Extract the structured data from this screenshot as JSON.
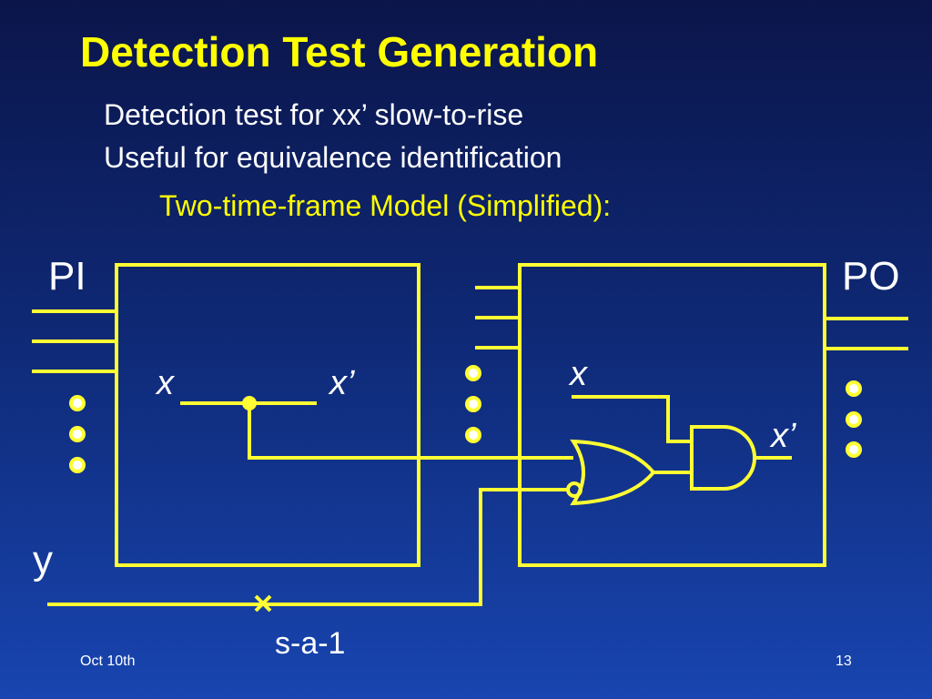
{
  "slide": {
    "title": "Detection Test Generation",
    "bullets": [
      "Detection test for xx’ slow-to-rise",
      "Useful for equivalence identification"
    ],
    "subheading": "Two-time-frame Model (Simplified):"
  },
  "diagram": {
    "pi_label": "PI",
    "po_label": "PO",
    "frame1_x": "x",
    "frame1_xprime": "x’",
    "frame2_x": "x",
    "frame2_xprime": "x’",
    "y_label": "y",
    "fault_label": "s-a-1"
  },
  "footer": {
    "date": "Oct  10th",
    "page": "13"
  },
  "colors": {
    "title": "#ffff00",
    "wire": "#ffff33",
    "text": "#ffffff",
    "bg_top": "#0b154a",
    "bg_bottom": "#1845b0"
  }
}
